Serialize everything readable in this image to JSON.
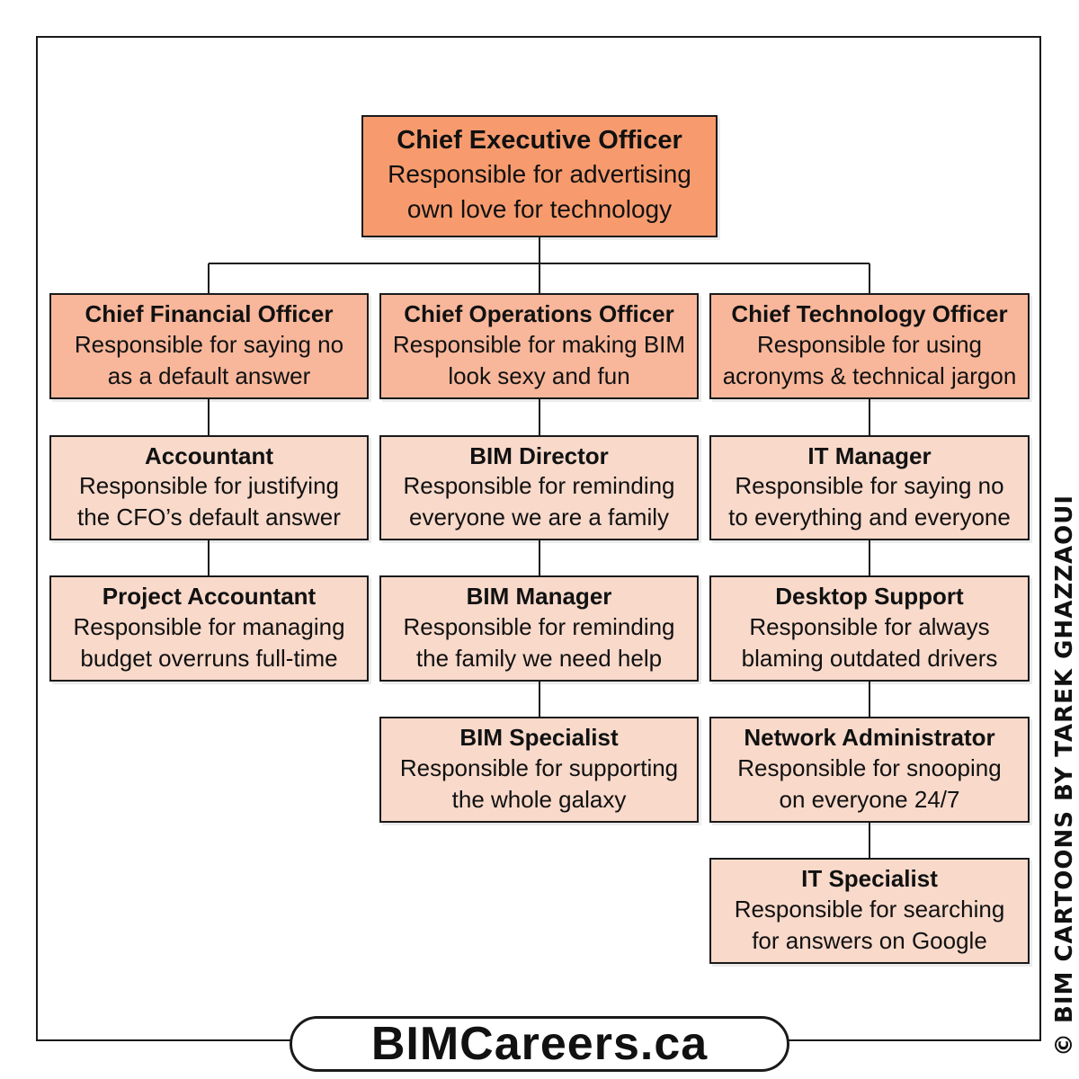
{
  "org_chart": {
    "ceo": {
      "title": "Chief Executive Officer",
      "desc": "Responsible for advertising\nown love for technology"
    },
    "cfo": {
      "title": "Chief Financial Officer",
      "desc": "Responsible for saying no\nas a default answer"
    },
    "coo": {
      "title": "Chief Operations Officer",
      "desc": "Responsible for making BIM\nlook sexy and fun"
    },
    "cto": {
      "title": "Chief Technology Officer",
      "desc": "Responsible for using\nacronyms & technical jargon"
    },
    "accountant": {
      "title": "Accountant",
      "desc": "Responsible for justifying\nthe CFO’s default answer"
    },
    "project_accountant": {
      "title": "Project Accountant",
      "desc": "Responsible for managing\nbudget overruns full-time"
    },
    "bim_director": {
      "title": "BIM Director",
      "desc": "Responsible for reminding\neveryone we are a family"
    },
    "bim_manager": {
      "title": "BIM Manager",
      "desc": "Responsible for reminding\nthe family we need help"
    },
    "bim_specialist": {
      "title": "BIM Specialist",
      "desc": "Responsible for supporting\nthe whole galaxy"
    },
    "it_manager": {
      "title": "IT Manager",
      "desc": "Responsible for saying no\nto everything and everyone"
    },
    "desktop_support": {
      "title": "Desktop Support",
      "desc": "Responsible for always\nblaming outdated drivers"
    },
    "network_admin": {
      "title": "Network Administrator",
      "desc": "Responsible for snooping\non everyone 24/7"
    },
    "it_specialist": {
      "title": "IT Specialist",
      "desc": "Responsible for searching\nfor answers on Google"
    }
  },
  "brand": "BIMCareers.ca",
  "credit": "© BIM CARTOONS BY TAREK GHAZZAOUI",
  "colors": {
    "ceo": "#f79b6e",
    "chief": "#f8b79b",
    "staff": "#f8d9ca",
    "stroke": "#1a1a1a"
  }
}
